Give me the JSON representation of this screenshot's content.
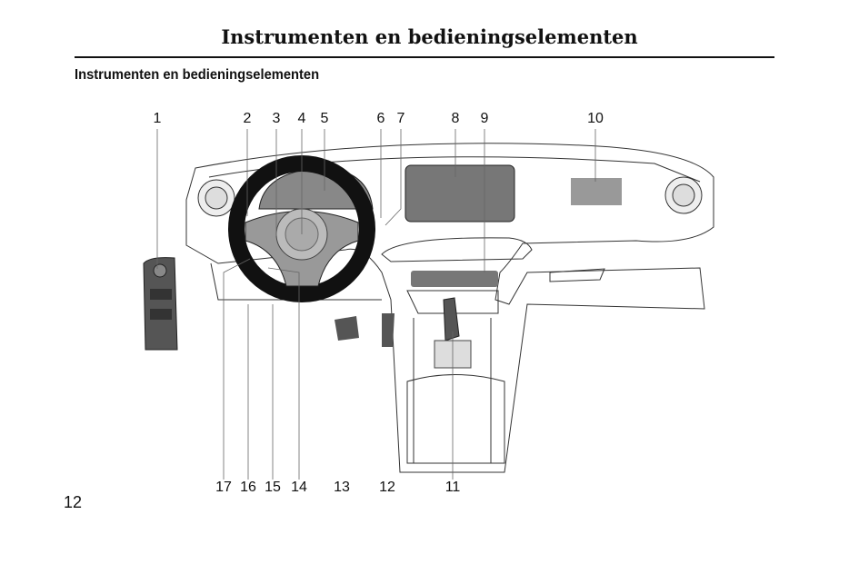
{
  "header": {
    "title": "Instrumenten en bedieningselementen"
  },
  "section": {
    "title": "Instrumenten en bedieningselementen"
  },
  "figure": {
    "callouts_top": [
      "1",
      "2",
      "3",
      "4",
      "5",
      "6",
      "7",
      "8",
      "9",
      "10"
    ],
    "callouts_bottom": [
      "17",
      "16",
      "15",
      "14",
      "13",
      "12",
      "11"
    ]
  },
  "footer": {
    "page_number": "12"
  }
}
